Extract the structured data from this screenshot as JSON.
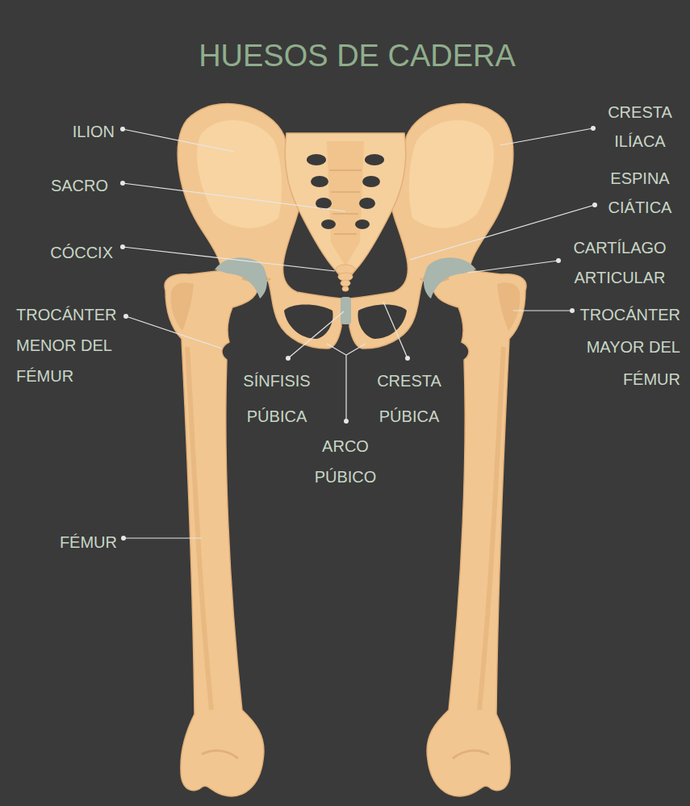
{
  "diagram": {
    "title": "HUESOS DE CADERA",
    "labels": [
      "ILION",
      "CRESTA ILÍACA",
      "SACRO",
      "ESPINA CIÁTICA",
      "CÓCCIX",
      "CARTÍLAGO ARTICULAR",
      "TROCÁNTER MENOR DEL FÉMUR",
      "TROCÁNTER MAYOR DEL FÉMUR",
      "SÍNFISIS PÚBICA",
      "CRESTA PÚBICA",
      "ARCO PÚBICO",
      "FÉMUR"
    ]
  }
}
